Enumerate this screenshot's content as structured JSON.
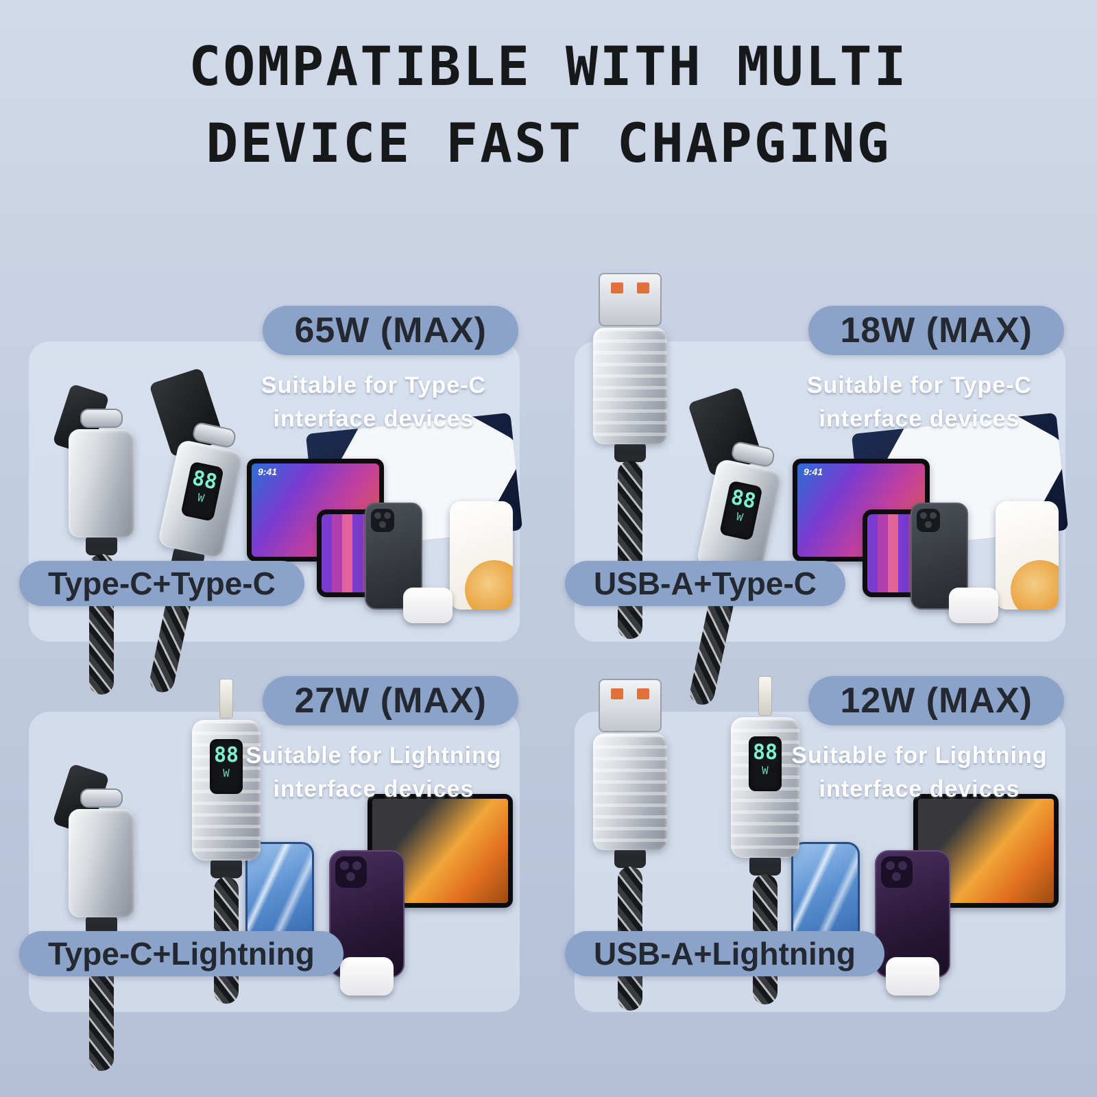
{
  "title": {
    "line1": "COMPATIBLE WITH MULTI",
    "line2": "DEVICE FAST CHAPGING"
  },
  "panels": [
    {
      "wattage": "65W (MAX)",
      "desc_line1": "Suitable for Type-C",
      "desc_line2": "interface devices",
      "label": "Type-C+Type-C",
      "connector_left": "usb-c",
      "connector_right": "usb-c",
      "display_value": "88",
      "display_unit": "W",
      "tablet_clock": "9:41"
    },
    {
      "wattage": "18W (MAX)",
      "desc_line1": "Suitable for Type-C",
      "desc_line2": "interface devices",
      "label": "USB-A+Type-C",
      "connector_left": "usb-a",
      "connector_right": "usb-c",
      "display_value": "88",
      "display_unit": "W",
      "tablet_clock": "9:41"
    },
    {
      "wattage": "27W (MAX)",
      "desc_line1": "Suitable for Lightning",
      "desc_line2": "interface devices",
      "label": "Type-C+Lightning",
      "connector_left": "usb-c",
      "connector_right": "lightning",
      "display_value": "88",
      "display_unit": "W"
    },
    {
      "wattage": "12W (MAX)",
      "desc_line1": "Suitable for Lightning",
      "desc_line2": "interface devices",
      "label": "USB-A+Lightning",
      "connector_left": "usb-a",
      "connector_right": "lightning",
      "display_value": "88",
      "display_unit": "W"
    }
  ],
  "colors": {
    "background_top": "#d2dae9",
    "background_bottom": "#b4c0d7",
    "card": "#e6ecf7",
    "pill": "#8ba2c9",
    "pill_text": "#242830",
    "title_text": "#17181a",
    "desc_text": "#ffffff",
    "display_digits": "#7ff0cf",
    "usb_contact_orange": "#e2703a"
  }
}
